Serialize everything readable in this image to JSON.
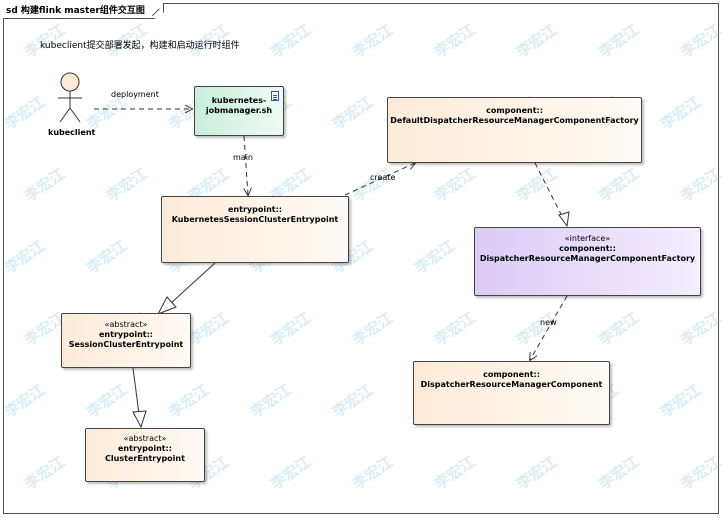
{
  "diagram": {
    "title": "sd 构建flink master组件交互图",
    "note": "kubeclient提交部署发起，构建和启动运行时组件",
    "watermark": "李宏江",
    "actor": {
      "name": "kubeclient"
    },
    "nodes": {
      "jobmanager": {
        "line1": "kubernetes-",
        "line2": "jobmanager.sh"
      },
      "k8s_entrypoint": {
        "line1": "entrypoint::",
        "line2": "KubernetesSessionClusterEntrypoint"
      },
      "default_factory": {
        "line1": "component::",
        "line2": "DefaultDispatcherResourceManagerComponentFactory"
      },
      "factory_interface": {
        "stereotype": "«interface»",
        "line1": "component::",
        "line2": "DispatcherResourceManagerComponentFactory"
      },
      "session_entrypoint": {
        "stereotype": "«abstract»",
        "line1": "entrypoint::",
        "line2": "SessionClusterEntrypoint"
      },
      "component": {
        "line1": "component::",
        "line2": "DispatcherResourceManagerComponent"
      },
      "cluster_entrypoint": {
        "stereotype": "«abstract»",
        "line1": "entrypoint::",
        "line2": "ClusterEntrypoint"
      }
    },
    "edges": {
      "deployment": "deployment",
      "main": "main",
      "create": "create",
      "new": "new"
    },
    "colors": {
      "artifact": "#c8eedb",
      "component": "#fdebd8",
      "interface": "#dccbf6",
      "line": "#333333",
      "watermark": "#8cc8e1"
    }
  }
}
